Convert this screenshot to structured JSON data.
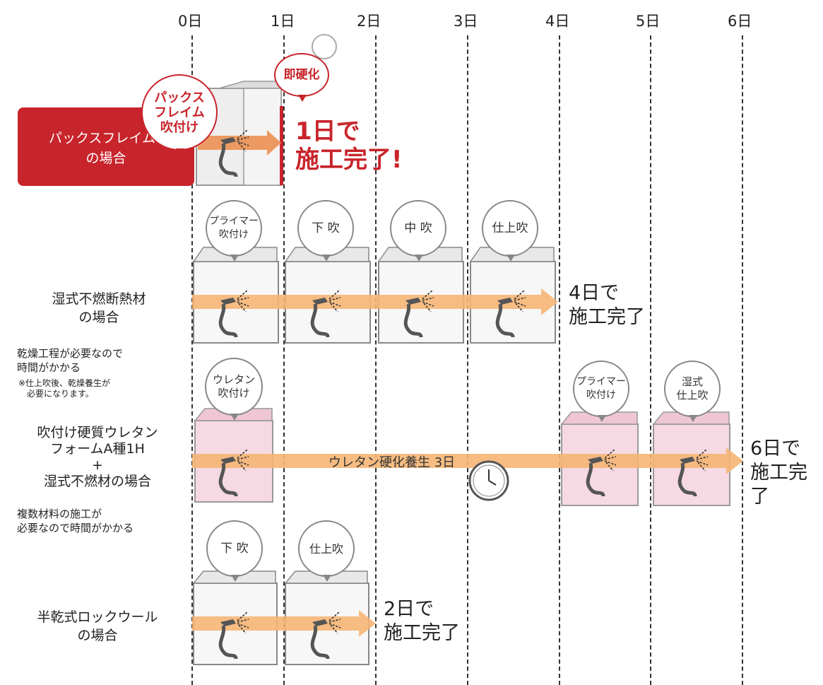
{
  "timeline": {
    "days": [
      "0日",
      "1日",
      "2日",
      "3日",
      "4日",
      "5日",
      "6日"
    ]
  },
  "rows": {
    "packs": {
      "label_line1": "パックスフレイム",
      "label_sup": "®",
      "label_line2": "の場合",
      "bubble": [
        "パックス",
        "フレイム",
        "吹付け"
      ],
      "instant_bubble": "即硬化",
      "result_line1": "1日で",
      "result_line2": "施工完了!"
    },
    "wet": {
      "label_line1": "湿式不燃断熱材",
      "label_line2": "の場合",
      "bubbles": [
        [
          "プライマー",
          "吹付け"
        ],
        [
          "下 吹"
        ],
        [
          "中 吹"
        ],
        [
          "仕上吹"
        ]
      ],
      "result_line1": "4日で",
      "result_line2": "施工完了",
      "note_line1": "乾燥工程が必要なので",
      "note_line2": "時間がかかる",
      "note_small1": "※仕上吹後、乾燥養生が",
      "note_small2": "必要になります。"
    },
    "urethane": {
      "label_line1": "吹付け硬質ウレタン",
      "label_line2": "フォームA種1H",
      "label_line3": "+",
      "label_line4": "湿式不燃材の場合",
      "bubbles": [
        [
          "ウレタン",
          "吹付け"
        ],
        [
          "プライマー",
          "吹付け"
        ],
        [
          "湿式",
          "仕上吹"
        ]
      ],
      "curing": "ウレタン硬化養生 3日",
      "result_line1": "6日で",
      "result_line2": "施工完了",
      "note_line1": "複数材料の施工が",
      "note_line2": "必要なので時間がかかる"
    },
    "rockwool": {
      "label_line1": "半乾式ロックウール",
      "label_line2": "の場合",
      "bubbles": [
        [
          "下 吹"
        ],
        [
          "仕上吹"
        ]
      ],
      "result_line1": "2日で",
      "result_line2": "施工完了"
    }
  },
  "colors": {
    "brand_red": "#c8242b",
    "arrow_orange": "#f5a85a",
    "urethane_pink": "#f6d9e3"
  }
}
